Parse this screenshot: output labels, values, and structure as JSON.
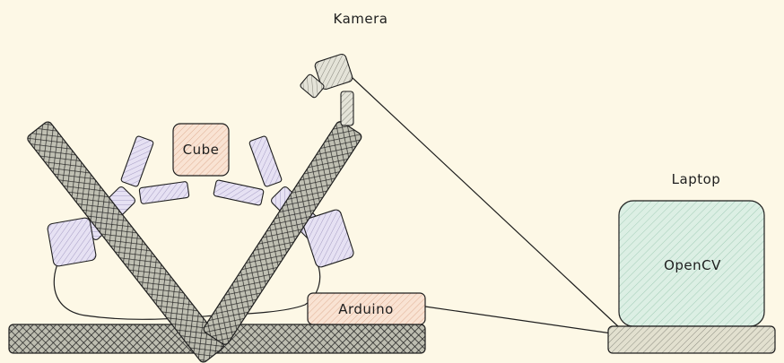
{
  "labels": {
    "kamera": "Kamera",
    "laptop": "Laptop",
    "opencv": "OpenCV",
    "cube": "Cube",
    "arduino": "Arduino"
  },
  "colors": {
    "background": "#fdf8e6",
    "stroke": "#1e1e1e",
    "cube_fill": "#f8dcc8",
    "arduino_fill": "#f8dcc8",
    "gripper_fill": "#dcd6ee",
    "opencv_fill": "#d2ecdf",
    "camera_fill": "#d4d4c8",
    "base_fill": "#c8c8b8"
  }
}
